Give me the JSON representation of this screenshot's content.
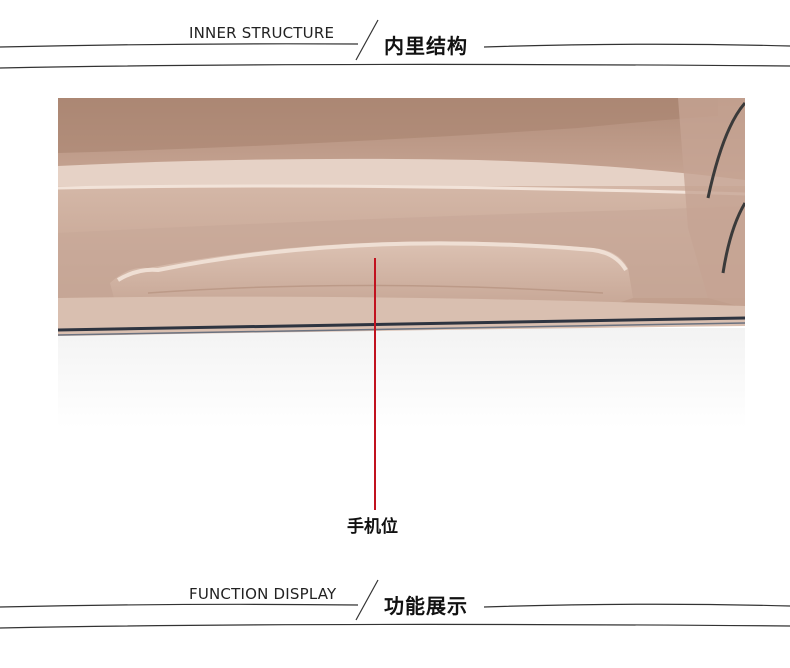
{
  "section_top": {
    "en_title": "INNER STRUCTURE",
    "cn_title": "内里结构"
  },
  "product_photo": {
    "subject": "bag-interior-photo"
  },
  "callout": {
    "label": "手机位"
  },
  "section_bottom": {
    "en_title": "FUNCTION DISPLAY",
    "cn_title": "功能展示"
  }
}
